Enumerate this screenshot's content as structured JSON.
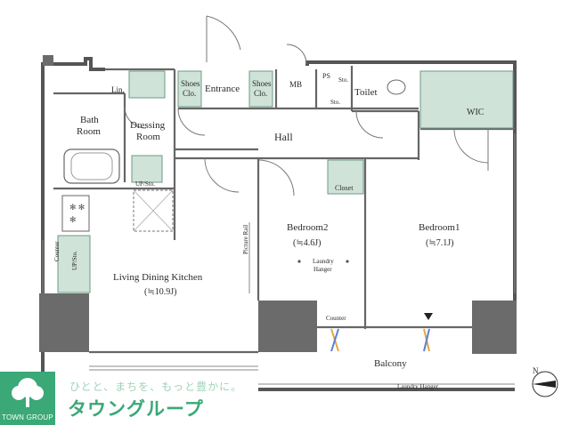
{
  "rooms": {
    "lin": "Lin.",
    "shoes_clo_left_1": "Shoes",
    "shoes_clo_left_2": "Clo.",
    "entrance": "Entrance",
    "shoes_clo_right_1": "Shoes",
    "shoes_clo_right_2": "Clo.",
    "mb": "MB",
    "ps": "PS",
    "sto_small": "Sto.",
    "toilet": "Toilet",
    "sto_mid": "Sto.",
    "wic": "WIC",
    "bath_1": "Bath",
    "bath_2": "Room",
    "dressing_1": "Dressing",
    "dressing_2": "Room",
    "hall": "Hall",
    "up_sto_dressing": "UP/Sto.",
    "closet": "Closet",
    "bedroom2": "Bedroom2",
    "bedroom2_size": "(≒4.6J)",
    "bedroom1": "Bedroom1",
    "bedroom1_size": "(≒7.1J)",
    "laundry_hanger_1": "Laundry",
    "laundry_hanger_2": "Hanger",
    "picture_rail": "Picture Rail",
    "counter_left": "Counter",
    "up_sto_kitchen": "UP/Sto.",
    "ldk": "Living Dining Kitchen",
    "ldk_size": "(≒10.9J)",
    "counter_bottom": "Counter",
    "balcony": "Balcony",
    "balcony_hanger": "Laundry Hanger",
    "north": "N"
  },
  "branding": {
    "tagline": "ひとと、まちを、もっと豊かに。",
    "brand_name": "タウングループ",
    "logo_text": "TOWN GROUP"
  },
  "colors": {
    "wall": "#5a5a5a",
    "pillar": "#6b6b6b",
    "storage_fill": "#cfe3d8",
    "brand": "#3aa877"
  }
}
